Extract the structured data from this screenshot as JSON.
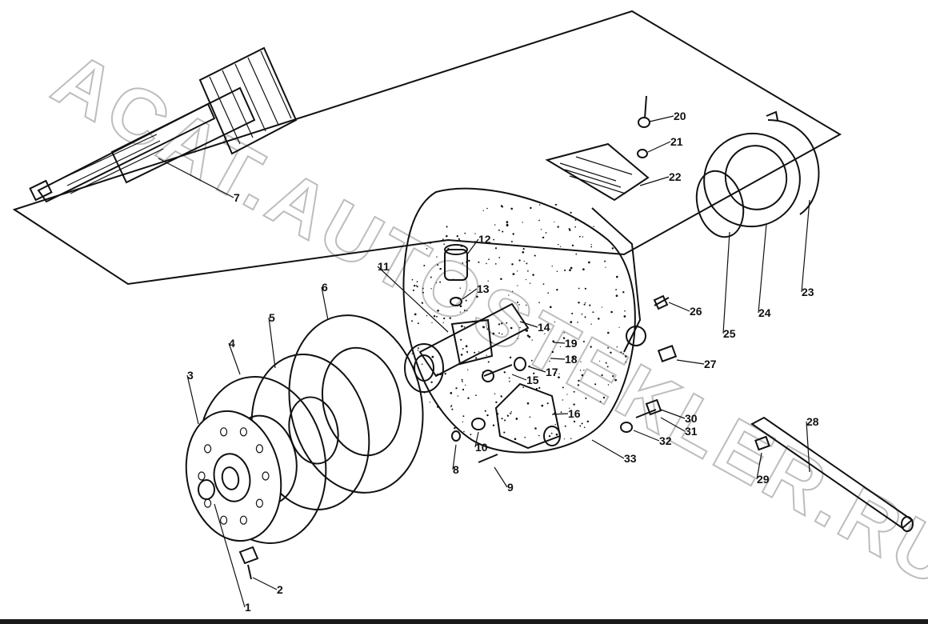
{
  "diagram": {
    "watermark": "ACAT.AUTOSTEKLER.RU",
    "callouts": [
      {
        "id": "1",
        "label": "1"
      },
      {
        "id": "2",
        "label": "2"
      },
      {
        "id": "3",
        "label": "3"
      },
      {
        "id": "4",
        "label": "4"
      },
      {
        "id": "5",
        "label": "5"
      },
      {
        "id": "6",
        "label": "6"
      },
      {
        "id": "7",
        "label": "7"
      },
      {
        "id": "8",
        "label": "8"
      },
      {
        "id": "9",
        "label": "9"
      },
      {
        "id": "10",
        "label": "10"
      },
      {
        "id": "11",
        "label": "11"
      },
      {
        "id": "12",
        "label": "12"
      },
      {
        "id": "13",
        "label": "13"
      },
      {
        "id": "14",
        "label": "14"
      },
      {
        "id": "15",
        "label": "15"
      },
      {
        "id": "16",
        "label": "16"
      },
      {
        "id": "17",
        "label": "17"
      },
      {
        "id": "18",
        "label": "18"
      },
      {
        "id": "19",
        "label": "19"
      },
      {
        "id": "20",
        "label": "20"
      },
      {
        "id": "21",
        "label": "21"
      },
      {
        "id": "22",
        "label": "22"
      },
      {
        "id": "23",
        "label": "23"
      },
      {
        "id": "24",
        "label": "24"
      },
      {
        "id": "25",
        "label": "25"
      },
      {
        "id": "26",
        "label": "26"
      },
      {
        "id": "27",
        "label": "27"
      },
      {
        "id": "28",
        "label": "28"
      },
      {
        "id": "29",
        "label": "29"
      },
      {
        "id": "30",
        "label": "30"
      },
      {
        "id": "31",
        "label": "31"
      },
      {
        "id": "32",
        "label": "32"
      },
      {
        "id": "33",
        "label": "33"
      }
    ]
  }
}
